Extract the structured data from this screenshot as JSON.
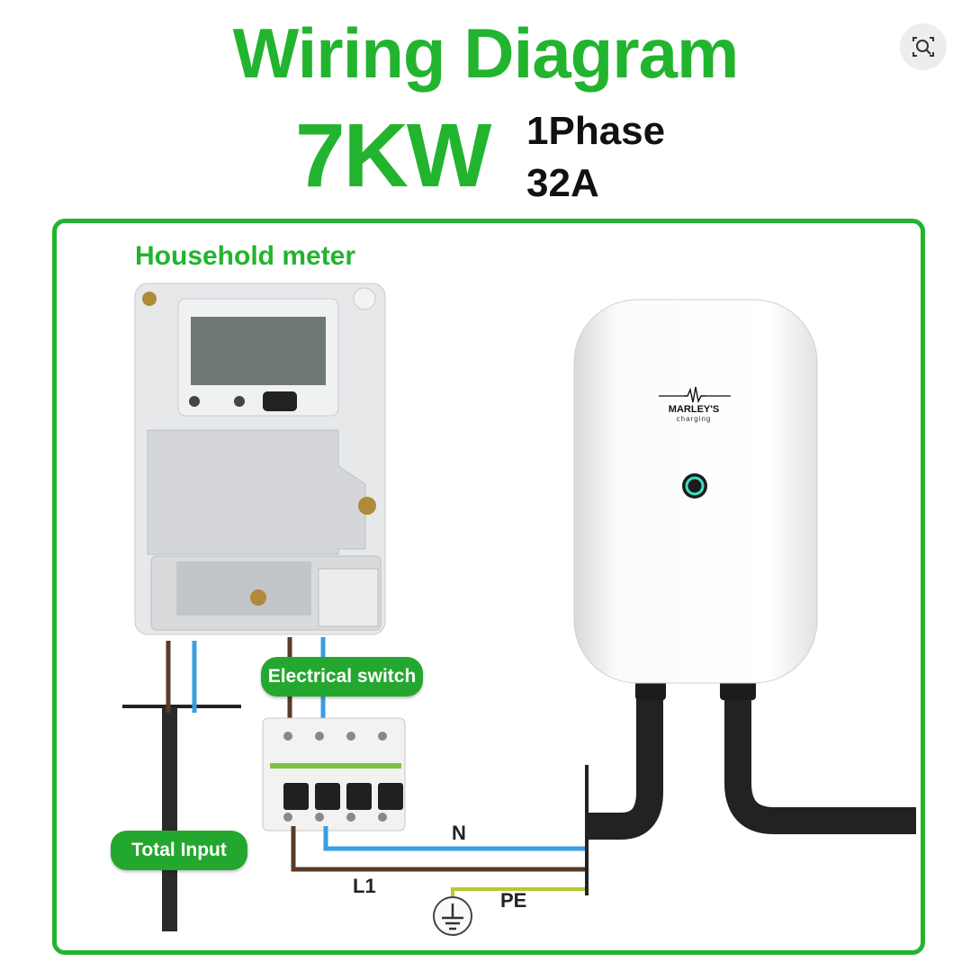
{
  "header": {
    "title": "Wiring Diagram",
    "power": "7KW",
    "phase": "1Phase",
    "current": "32A"
  },
  "labels": {
    "meter": "Household meter",
    "switch": "Electrical switch",
    "input": "Total Input",
    "neutral": "N",
    "line": "L1",
    "earth": "PE"
  },
  "charger": {
    "brand": "MARLEY'S",
    "brand_sub": "charging"
  },
  "icons": [
    "magnifier-icon",
    "ground-icon"
  ],
  "colors": {
    "accent": "#22b42e",
    "wire_live": "#5a3a2a",
    "wire_neutral": "#3a9ee0",
    "wire_earth": "#b8c82a"
  }
}
